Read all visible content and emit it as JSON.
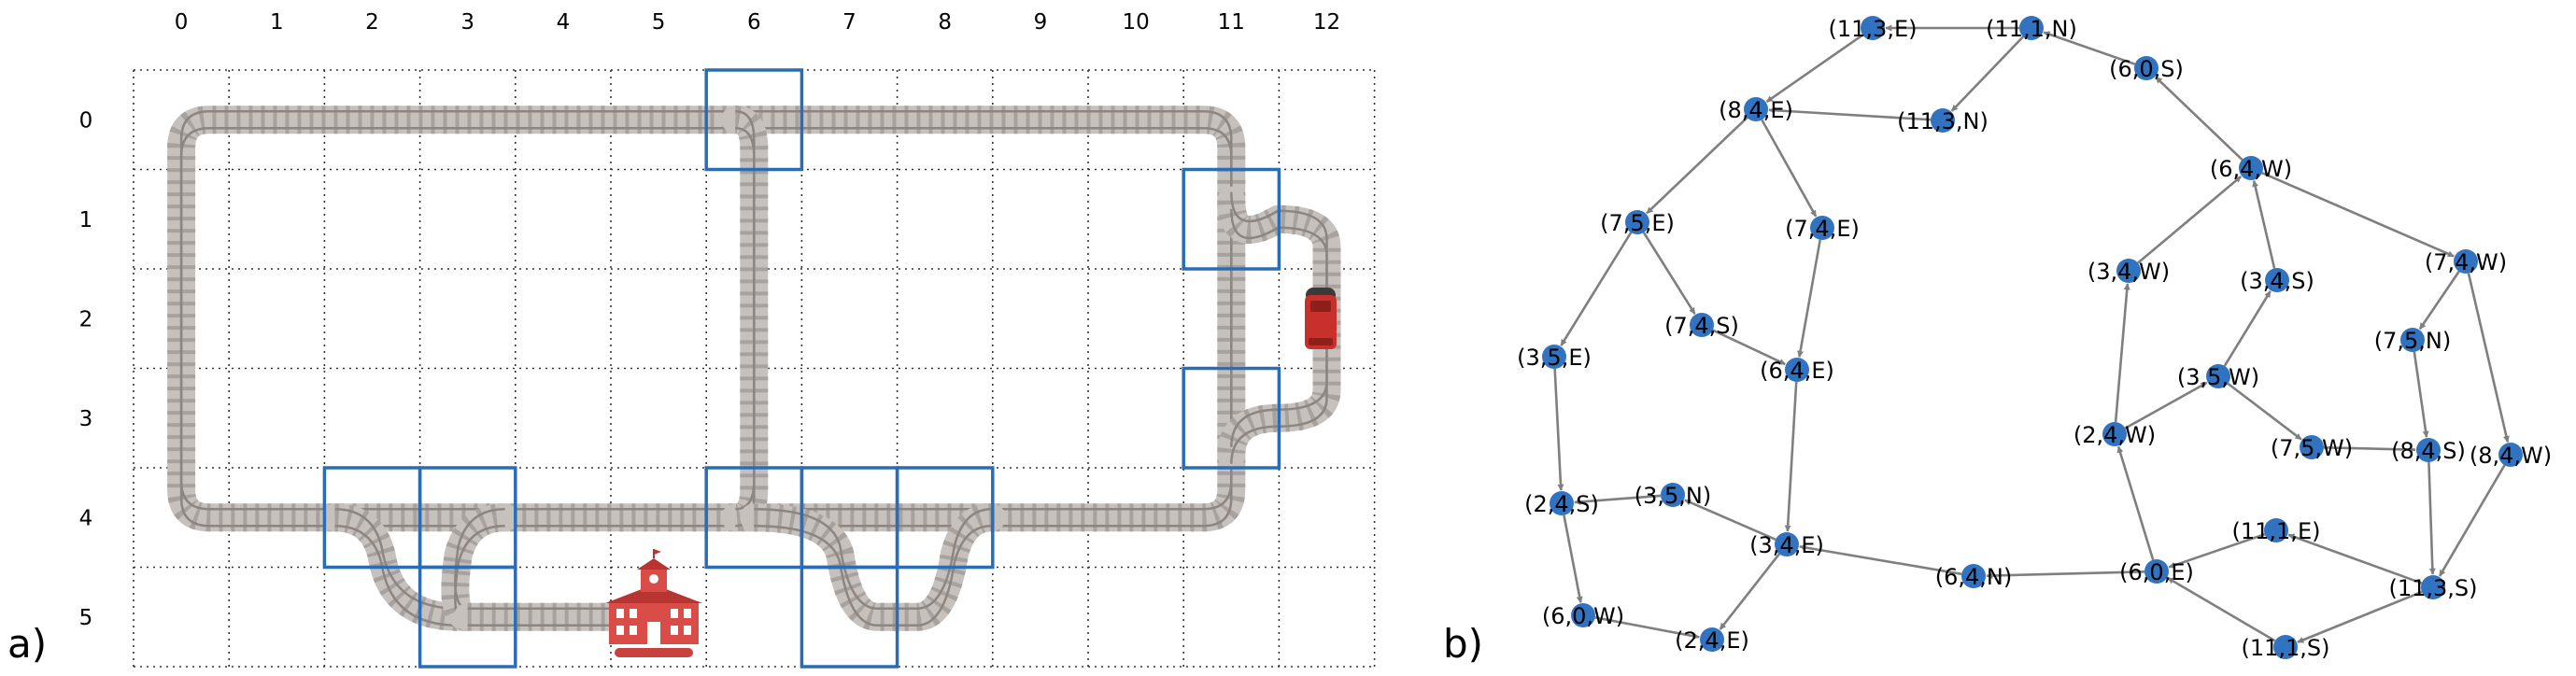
{
  "panel_a": {
    "label": "a)",
    "columns": [
      "0",
      "1",
      "2",
      "3",
      "4",
      "5",
      "6",
      "7",
      "8",
      "9",
      "10",
      "11",
      "12"
    ],
    "rows": [
      "0",
      "1",
      "2",
      "3",
      "4",
      "5"
    ]
  },
  "panel_b": {
    "label": "b)",
    "nodes": [
      {
        "id": "n0",
        "label": "(11,3,E)"
      },
      {
        "id": "n1",
        "label": "(11,1,N)"
      },
      {
        "id": "n2",
        "label": "(6,0,S)"
      },
      {
        "id": "n3",
        "label": "(8,4,E)"
      },
      {
        "id": "n4",
        "label": "(11,3,N)"
      },
      {
        "id": "n5",
        "label": "(6,4,W)"
      },
      {
        "id": "n6",
        "label": "(7,5,E)"
      },
      {
        "id": "n7",
        "label": "(7,4,E)"
      },
      {
        "id": "n8",
        "label": "(3,4,W)"
      },
      {
        "id": "n9",
        "label": "(7,4,W)"
      },
      {
        "id": "n10",
        "label": "(3,4,S)"
      },
      {
        "id": "n11",
        "label": "(7,4,S)"
      },
      {
        "id": "n12",
        "label": "(3,5,E)"
      },
      {
        "id": "n13",
        "label": "(6,4,E)"
      },
      {
        "id": "n14",
        "label": "(7,5,N)"
      },
      {
        "id": "n15",
        "label": "(3,5,W)"
      },
      {
        "id": "n16",
        "label": "(2,4,W)"
      },
      {
        "id": "n17",
        "label": "(7,5,W)"
      },
      {
        "id": "n18",
        "label": "(8,4,S)"
      },
      {
        "id": "n19",
        "label": "(8,4,W)"
      },
      {
        "id": "n20",
        "label": "(2,4,S)"
      },
      {
        "id": "n21",
        "label": "(3,5,N)"
      },
      {
        "id": "n22",
        "label": "(11,1,E)"
      },
      {
        "id": "n23",
        "label": "(3,4,E)"
      },
      {
        "id": "n24",
        "label": "(6,4,N)"
      },
      {
        "id": "n25",
        "label": "(6,0,E)"
      },
      {
        "id": "n26",
        "label": "(11,3,S)"
      },
      {
        "id": "n27",
        "label": "(6,0,W)"
      },
      {
        "id": "n28",
        "label": "(2,4,E)"
      },
      {
        "id": "n29",
        "label": "(11,1,S)"
      }
    ],
    "edges": [
      [
        "n1",
        "n0"
      ],
      [
        "n0",
        "n3"
      ],
      [
        "n2",
        "n1"
      ],
      [
        "n1",
        "n4"
      ],
      [
        "n4",
        "n3"
      ],
      [
        "n5",
        "n2"
      ],
      [
        "n3",
        "n6"
      ],
      [
        "n3",
        "n7"
      ],
      [
        "n6",
        "n12"
      ],
      [
        "n6",
        "n11"
      ],
      [
        "n11",
        "n13"
      ],
      [
        "n7",
        "n13"
      ],
      [
        "n13",
        "n23"
      ],
      [
        "n12",
        "n20"
      ],
      [
        "n21",
        "n20"
      ],
      [
        "n20",
        "n27"
      ],
      [
        "n27",
        "n28"
      ],
      [
        "n23",
        "n28"
      ],
      [
        "n23",
        "n21"
      ],
      [
        "n24",
        "n23"
      ],
      [
        "n25",
        "n24"
      ],
      [
        "n8",
        "n5"
      ],
      [
        "n10",
        "n5"
      ],
      [
        "n5",
        "n9"
      ],
      [
        "n16",
        "n8"
      ],
      [
        "n16",
        "n15"
      ],
      [
        "n15",
        "n10"
      ],
      [
        "n15",
        "n17"
      ],
      [
        "n17",
        "n18"
      ],
      [
        "n9",
        "n14"
      ],
      [
        "n9",
        "n19"
      ],
      [
        "n14",
        "n18"
      ],
      [
        "n18",
        "n26"
      ],
      [
        "n19",
        "n26"
      ],
      [
        "n26",
        "n22"
      ],
      [
        "n22",
        "n25"
      ],
      [
        "n26",
        "n29"
      ],
      [
        "n29",
        "n25"
      ],
      [
        "n25",
        "n16"
      ]
    ]
  }
}
